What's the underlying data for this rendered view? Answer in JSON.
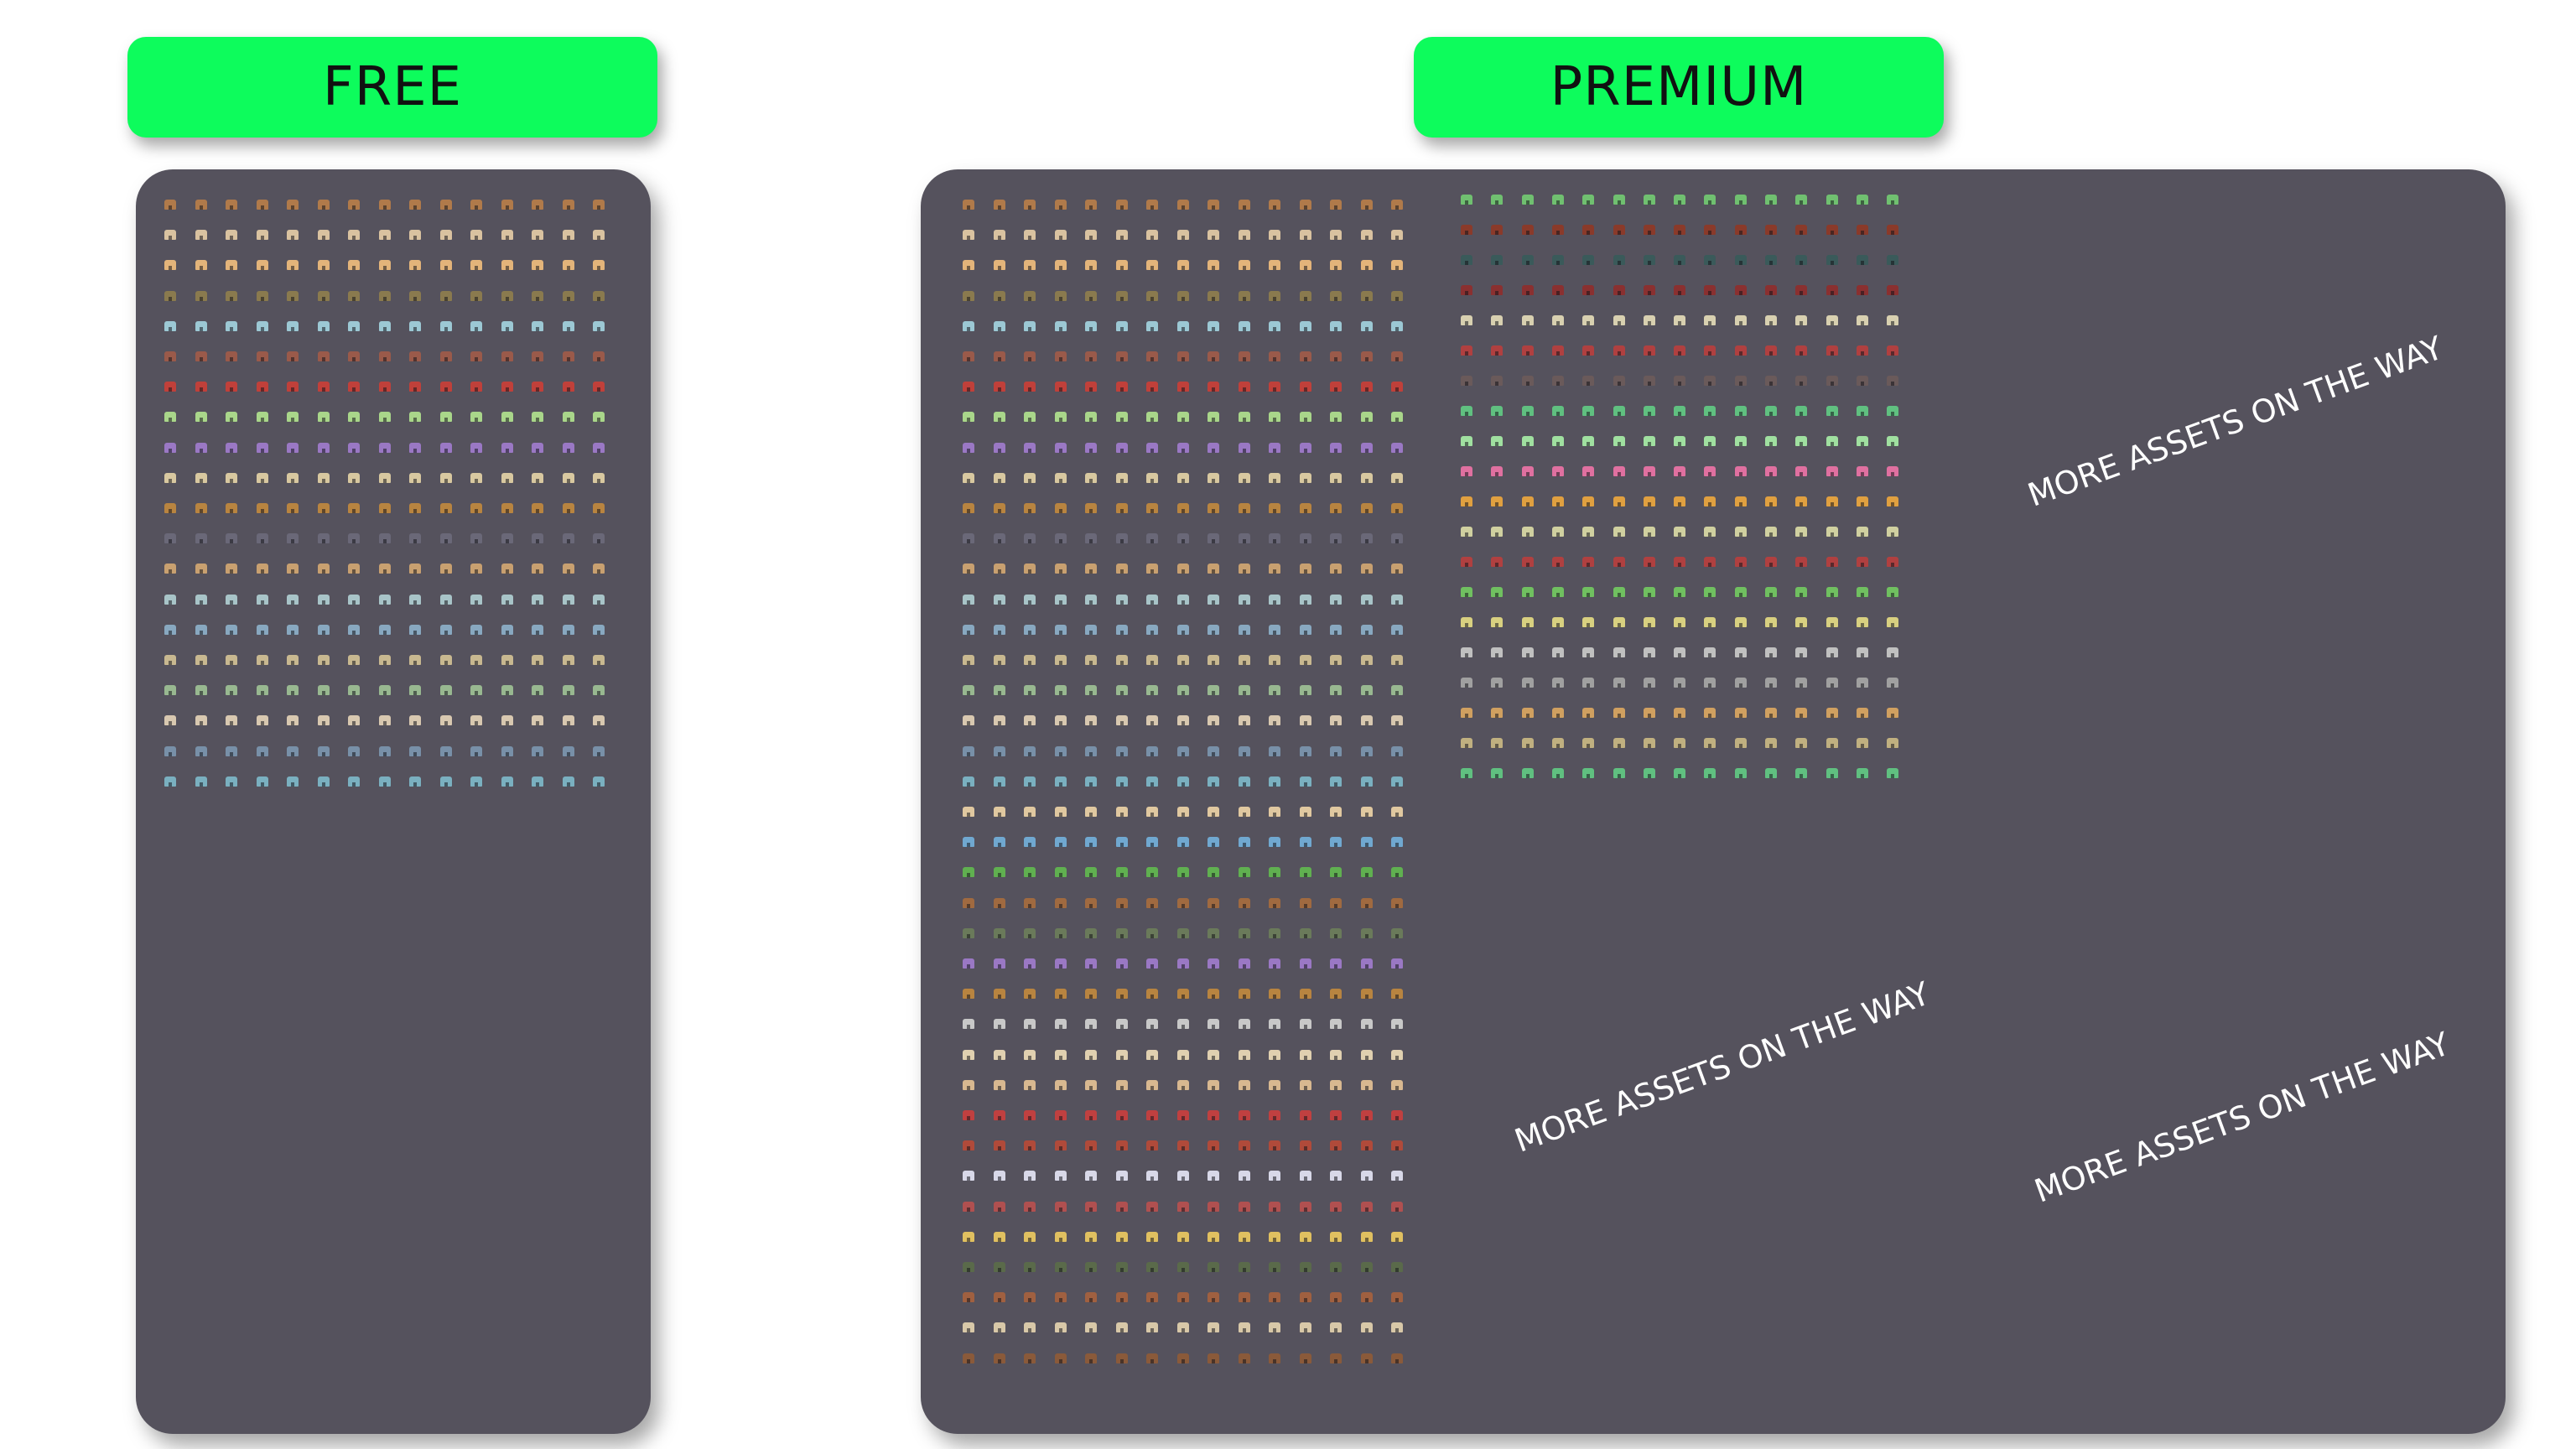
{
  "tiers": {
    "free_label": "FREE",
    "premium_label": "PREMIUM"
  },
  "notices": {
    "top_right": "MORE ASSETS ON THE WAY",
    "bottom_middle": "MORE ASSETS ON THE WAY",
    "bottom_right": "MORE ASSETS ON THE WAY"
  },
  "colors": {
    "label_bg": "#0dfc5c",
    "panel_bg": "#55525d",
    "notice_text": "#ffffff"
  },
  "free_sprite_rows": [
    "#b07a4a",
    "#d9c2a0",
    "#e3b47a",
    "#8a7a4e",
    "#9cc8d4",
    "#9a5a4a",
    "#c0403a",
    "#a9d68a",
    "#9a78c4",
    "#d8c8a0",
    "#b88440",
    "#6a6878",
    "#c8a070",
    "#a8c4c8",
    "#88a8c0",
    "#c8b890",
    "#98b890",
    "#d8c8b0",
    "#7890a8",
    "#7ab0c0"
  ],
  "premium_left_rows": [
    "#b07a4a",
    "#d9c2a0",
    "#e3b47a",
    "#8a7a4e",
    "#9cc8d4",
    "#9a5a4a",
    "#c0403a",
    "#a9d68a",
    "#9a78c4",
    "#d8c8a0",
    "#b88440",
    "#6a6878",
    "#c8a070",
    "#a8c4c8",
    "#88a8c0",
    "#c8b890",
    "#98b890",
    "#d8c8b0",
    "#7890a8",
    "#7ab0c0",
    "#e0c8a0",
    "#70a8d0",
    "#60b050",
    "#a06a40",
    "#6a7a5a",
    "#9a78c4",
    "#b88440",
    "#c8c8c8",
    "#e0d0b0",
    "#d8b890",
    "#c04040",
    "#b04a3a",
    "#d8d8e8",
    "#b05050",
    "#e0c060",
    "#5a6a4a",
    "#a06040",
    "#d8c8a8",
    "#8a5a3a"
  ],
  "premium_mid_rows": [
    "#70c070",
    "#8a3a2a",
    "#3a5a5a",
    "#8a3030",
    "#d8d0b0",
    "#b04040",
    "#6a5a5a",
    "#60c080",
    "#a0e0a0",
    "#e070a0",
    "#e0a040",
    "#d0d0a0",
    "#b04040",
    "#70c060",
    "#d8d080",
    "#c0c0c0",
    "#a0a0a0",
    "#d0a060",
    "#c0b080",
    "#60c080"
  ]
}
